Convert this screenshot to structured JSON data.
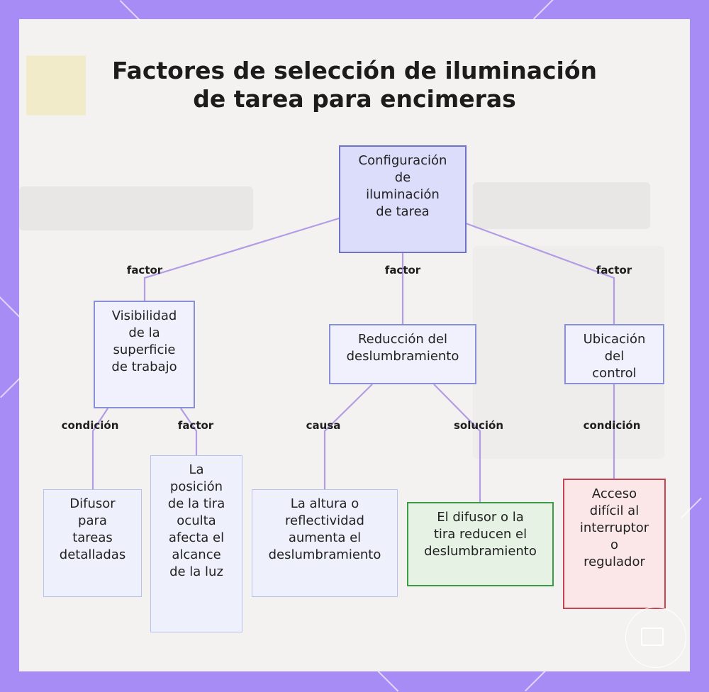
{
  "colors": {
    "border_background": "#a88cf6",
    "panel": "#f4f2f1",
    "edge": "#b39be6",
    "root_fill": "#dcddfb",
    "green_border": "#3a9b47",
    "red_border": "#c84352"
  },
  "diagram": {
    "title_line1": "Factores de selección de iluminación",
    "title_line2": "de tarea para encimeras",
    "nodes": {
      "root": "Configuración\nde\niluminación\nde tarea",
      "visibility": "Visibilidad\nde la\nsuperficie\nde trabajo",
      "glare_reduction": "Reducción del\ndeslumbramiento",
      "control_location": "Ubicación\ndel\ncontrol",
      "diffuser": "Difusor\npara\ntareas\ndetalladas",
      "strip_position": "La\nposición\nde la tira\noculta\nafecta el\nalcance\nde la luz",
      "height_reflectivity": "La altura o\nreflectividad\naumenta el\ndeslumbramiento",
      "diffuser_reduces": "El difusor o la\ntira reducen el\ndeslumbramiento",
      "hard_access": "Acceso\ndifícil al\ninterruptor\no\nregulador"
    },
    "edge_labels": {
      "root_visibility": "factor",
      "root_glare": "factor",
      "root_control": "factor",
      "visibility_diffuser": "condición",
      "visibility_strip": "factor",
      "glare_height": "causa",
      "glare_solution": "solución",
      "control_access": "condición"
    }
  }
}
